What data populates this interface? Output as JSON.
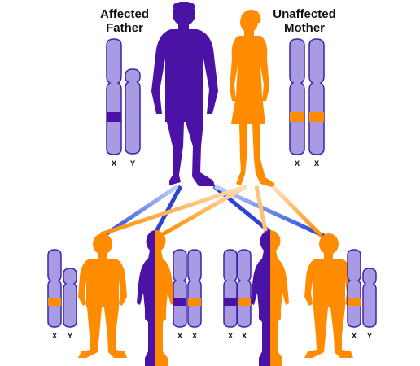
{
  "colors": {
    "father": "#4a13a6",
    "mother": "#ff8c00",
    "chromosome_fill": "#a99be3",
    "chromosome_stroke": "#3d24a8",
    "background": "#ffffff"
  },
  "father": {
    "label_line1": "Affected",
    "label_line2": "Father",
    "icon": "man-silhouette-icon",
    "chromosomes": [
      "X",
      "Y"
    ]
  },
  "mother": {
    "label_line1": "Unaffected",
    "label_line2": "Mother",
    "icon": "woman-silhouette-icon",
    "chromosomes": [
      "X",
      "X"
    ]
  },
  "children": [
    {
      "id": "son-1",
      "icon": "boy-silhouette-icon",
      "chromosomes": [
        "X",
        "Y"
      ]
    },
    {
      "id": "daughter-1",
      "icon": "girl-half-silhouette-icon",
      "chromosomes": [
        "X",
        "X"
      ]
    },
    {
      "id": "daughter-2",
      "icon": "girl-half-silhouette-icon",
      "chromosomes": [
        "X",
        "X"
      ]
    },
    {
      "id": "son-2",
      "icon": "boy-silhouette-icon",
      "chromosomes": [
        "X",
        "Y"
      ]
    }
  ]
}
